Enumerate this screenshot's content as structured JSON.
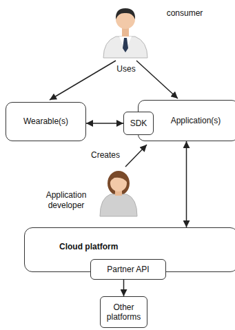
{
  "diagram": {
    "nodes": [
      {
        "text": [
          "Wearable(s)"
        ]
      },
      {
        "text": [
          "Application(s)"
        ]
      },
      {
        "text": [
          "SDK"
        ],
        "in": 1
      },
      {
        "text": [
          "Cloud platform"
        ]
      },
      {
        "text": [
          "Partner API"
        ],
        "in": 3
      },
      {
        "text": [
          "Other platforms"
        ]
      }
    ],
    "edges": [
      {
        "from": 0,
        "to": 2,
        "arrow": "both"
      },
      {
        "from": 1,
        "to": 3,
        "arrow": "both"
      },
      {
        "from": 4,
        "to": 5,
        "arrow": "to"
      }
    ],
    "labels": [
      "consumer",
      "Uses",
      "Creates",
      "Application developer"
    ]
  }
}
